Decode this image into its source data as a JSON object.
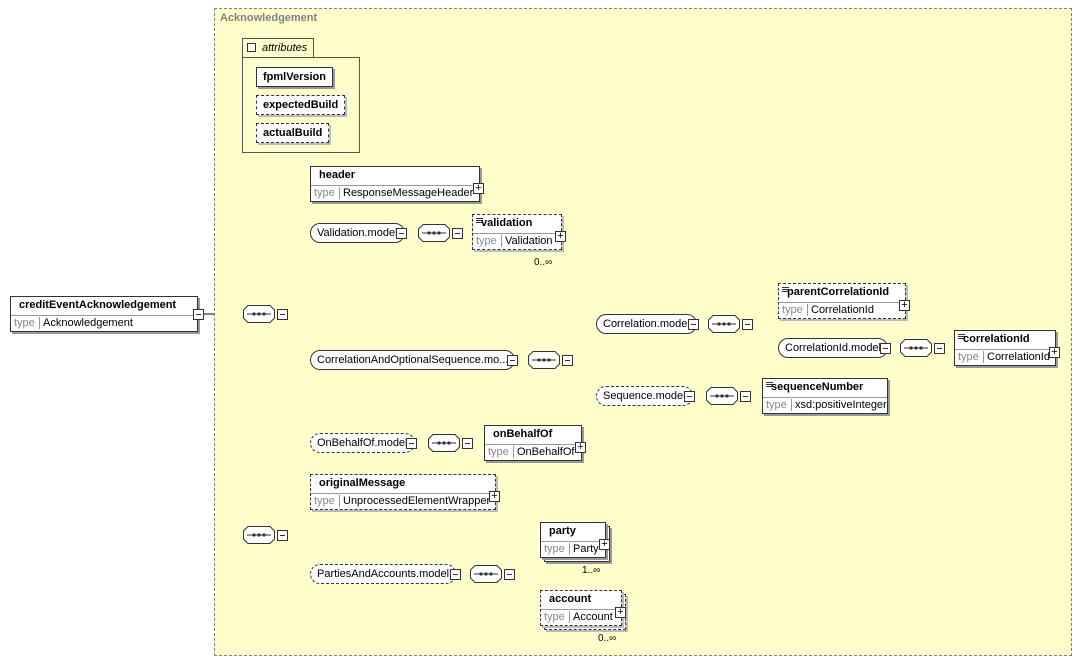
{
  "root": {
    "name": "creditEventAcknowledgement",
    "type_label": "type",
    "type": "Acknowledgement"
  },
  "group": {
    "title": "Acknowledgement"
  },
  "attributes": {
    "tab": "attributes",
    "items": [
      "fpmlVersion",
      "expectedBuild",
      "actualBuild"
    ]
  },
  "elements": {
    "header": {
      "name": "header",
      "type_label": "type",
      "type": "ResponseMessageHeader"
    },
    "validation": {
      "name": "validation",
      "type_label": "type",
      "type": "Validation",
      "card": "0..∞"
    },
    "parentCorrelationId": {
      "name": "parentCorrelationId",
      "type_label": "type",
      "type": "CorrelationId"
    },
    "correlationId": {
      "name": "correlationId",
      "type_label": "type",
      "type": "CorrelationId"
    },
    "sequenceNumber": {
      "name": "sequenceNumber",
      "type_label": "type",
      "type": "xsd:positiveInteger"
    },
    "onBehalfOf": {
      "name": "onBehalfOf",
      "type_label": "type",
      "type": "OnBehalfOf"
    },
    "originalMessage": {
      "name": "originalMessage",
      "type_label": "type",
      "type": "UnprocessedElementWrapper"
    },
    "party": {
      "name": "party",
      "type_label": "type",
      "type": "Party",
      "card": "1..∞"
    },
    "account": {
      "name": "account",
      "type_label": "type",
      "type": "Account",
      "card": "0..∞"
    }
  },
  "models": {
    "validation": "Validation.model",
    "correlationSeq": "CorrelationAndOptionalSequence.mo...",
    "correlation": "Correlation.model",
    "correlationId": "CorrelationId.model",
    "sequence": "Sequence.model",
    "onBehalfOf": "OnBehalfOf.model",
    "partiesAccounts": "PartiesAndAccounts.model"
  }
}
